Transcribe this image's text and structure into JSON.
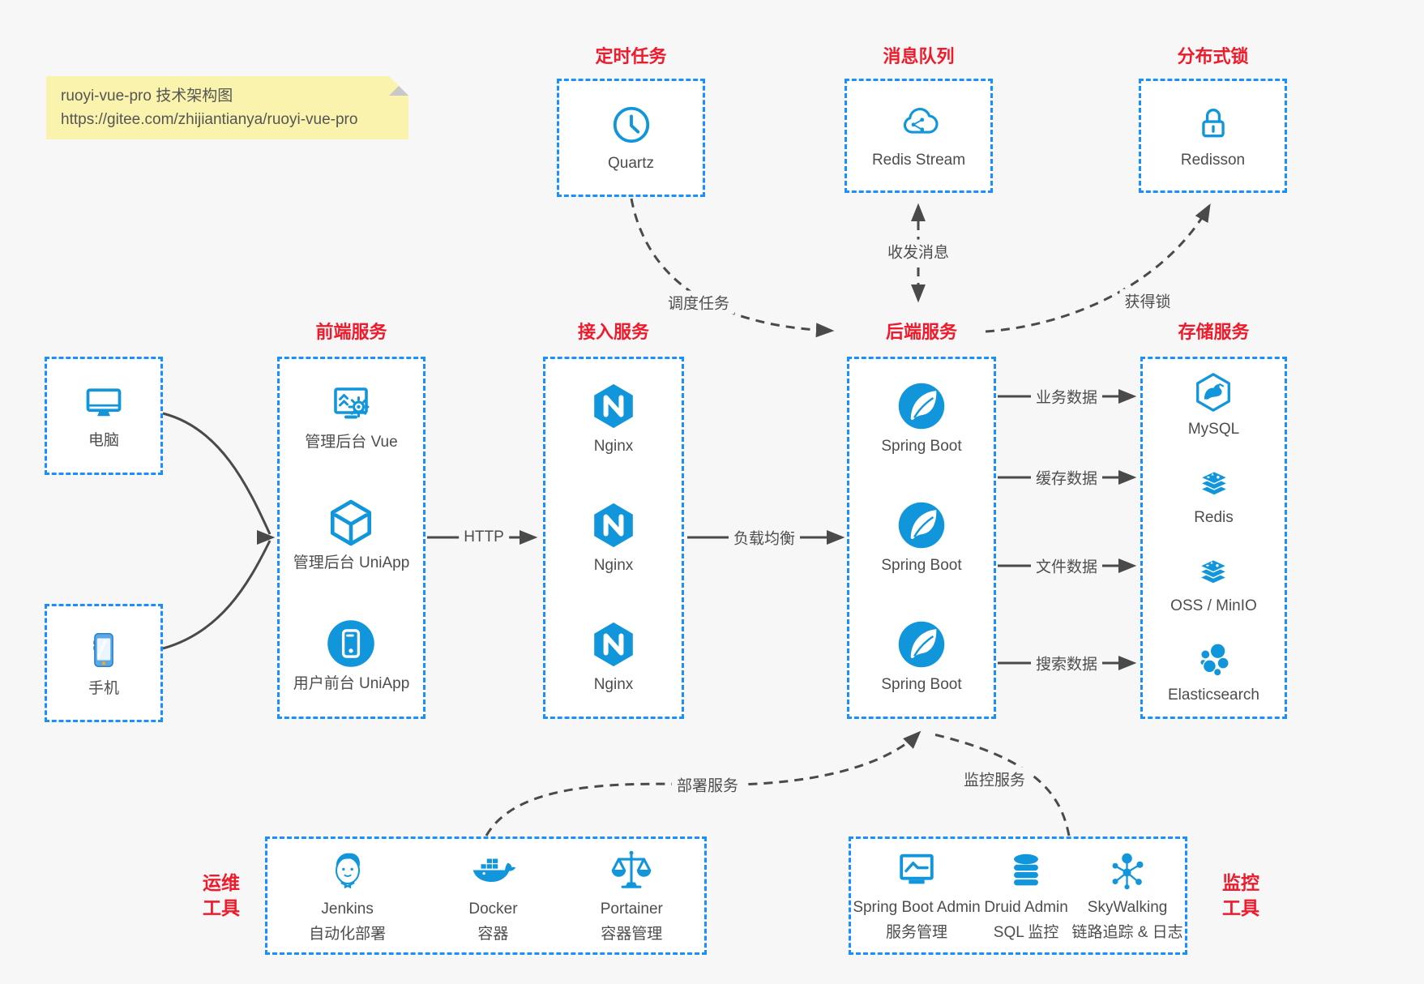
{
  "note": {
    "line1": "ruoyi-vue-pro 技术架构图",
    "line2": "https://gitee.com/zhijiantianya/ruoyi-vue-pro"
  },
  "colors": {
    "icon_blue": "#1296db",
    "border_blue": "#1890ff",
    "title_red": "#ed1b2b",
    "arrow_gray": "#4a4a4a",
    "note_yellow": "#faf3ae",
    "background": "#f7f7f7"
  },
  "groups": {
    "scheduler": {
      "title": "定时任务",
      "items": [
        {
          "label": "Quartz",
          "icon": "clock-icon"
        }
      ]
    },
    "mq": {
      "title": "消息队列",
      "items": [
        {
          "label": "Redis Stream",
          "icon": "cloud-stream-icon"
        }
      ]
    },
    "lock": {
      "title": "分布式锁",
      "items": [
        {
          "label": "Redisson",
          "icon": "lock-icon"
        }
      ]
    },
    "clients": {
      "items": [
        {
          "label": "电脑",
          "icon": "desktop-icon"
        },
        {
          "label": "手机",
          "icon": "smartphone-icon"
        }
      ]
    },
    "frontend": {
      "title": "前端服务",
      "items": [
        {
          "label": "管理后台 Vue",
          "icon": "admin-vue-icon"
        },
        {
          "label": "管理后台 UniApp",
          "icon": "uniapp-cube-icon"
        },
        {
          "label": "用户前台 UniApp",
          "icon": "user-uniapp-icon"
        }
      ]
    },
    "gateway": {
      "title": "接入服务",
      "items": [
        {
          "label": "Nginx",
          "icon": "nginx-icon"
        },
        {
          "label": "Nginx",
          "icon": "nginx-icon"
        },
        {
          "label": "Nginx",
          "icon": "nginx-icon"
        }
      ]
    },
    "backend": {
      "title": "后端服务",
      "items": [
        {
          "label": "Spring Boot",
          "icon": "spring-icon"
        },
        {
          "label": "Spring Boot",
          "icon": "spring-icon"
        },
        {
          "label": "Spring Boot",
          "icon": "spring-icon"
        }
      ]
    },
    "storage": {
      "title": "存储服务",
      "items": [
        {
          "label": "MySQL",
          "icon": "mysql-icon"
        },
        {
          "label": "Redis",
          "icon": "redis-icon"
        },
        {
          "label": "OSS / MinIO",
          "icon": "oss-icon"
        },
        {
          "label": "Elasticsearch",
          "icon": "elasticsearch-icon"
        }
      ]
    },
    "devops": {
      "title_line1": "运维",
      "title_line2": "工具",
      "items": [
        {
          "label": "Jenkins",
          "sublabel": "自动化部署",
          "icon": "jenkins-icon"
        },
        {
          "label": "Docker",
          "sublabel": "容器",
          "icon": "docker-icon"
        },
        {
          "label": "Portainer",
          "sublabel": "容器管理",
          "icon": "portainer-icon"
        }
      ]
    },
    "monitor": {
      "title_line1": "监控",
      "title_line2": "工具",
      "items": [
        {
          "label": "Spring Boot Admin",
          "sublabel": "服务管理",
          "icon": "sba-icon"
        },
        {
          "label": "Druid Admin",
          "sublabel": "SQL 监控",
          "icon": "druid-icon"
        },
        {
          "label": "SkyWalking",
          "sublabel": "链路追踪 & 日志",
          "icon": "skywalking-icon"
        }
      ]
    }
  },
  "edges": {
    "http": "HTTP",
    "load_balance": "负载均衡",
    "biz_data": "业务数据",
    "cache_data": "缓存数据",
    "file_data": "文件数据",
    "search_data": "搜索数据",
    "schedule_task": "调度任务",
    "send_receive_msg": "收发消息",
    "acquire_lock": "获得锁",
    "deploy_service": "部署服务",
    "monitor_service": "监控服务"
  }
}
